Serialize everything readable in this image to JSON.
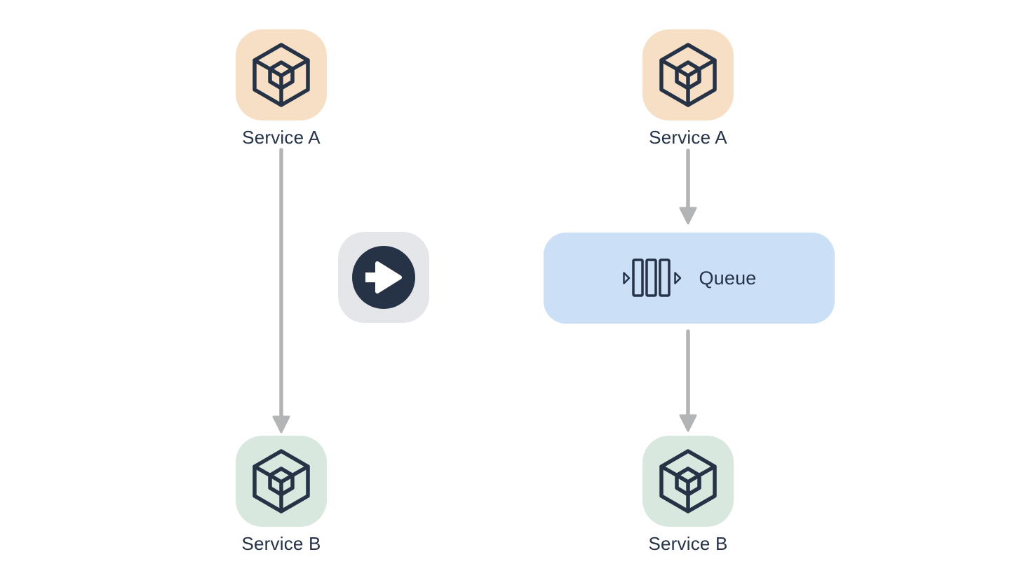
{
  "colors": {
    "background": "#FFFFFF",
    "service_a_bg": "#F6DFC5",
    "service_b_bg": "#D8E8DE",
    "queue_bg": "#CBE0F7",
    "transform_bg": "#E4E6E9",
    "ink": "#263347",
    "arrow": "#B2B4B6"
  },
  "icons": {
    "service": "cube-icon",
    "queue": "queue-icon",
    "transform": "arrow-right-circle-icon",
    "connector": "arrow-down-icon"
  },
  "left_flow": {
    "service_a_label": "Service A",
    "service_b_label": "Service B"
  },
  "right_flow": {
    "service_a_label": "Service A",
    "queue_label": "Queue",
    "service_b_label": "Service B"
  }
}
